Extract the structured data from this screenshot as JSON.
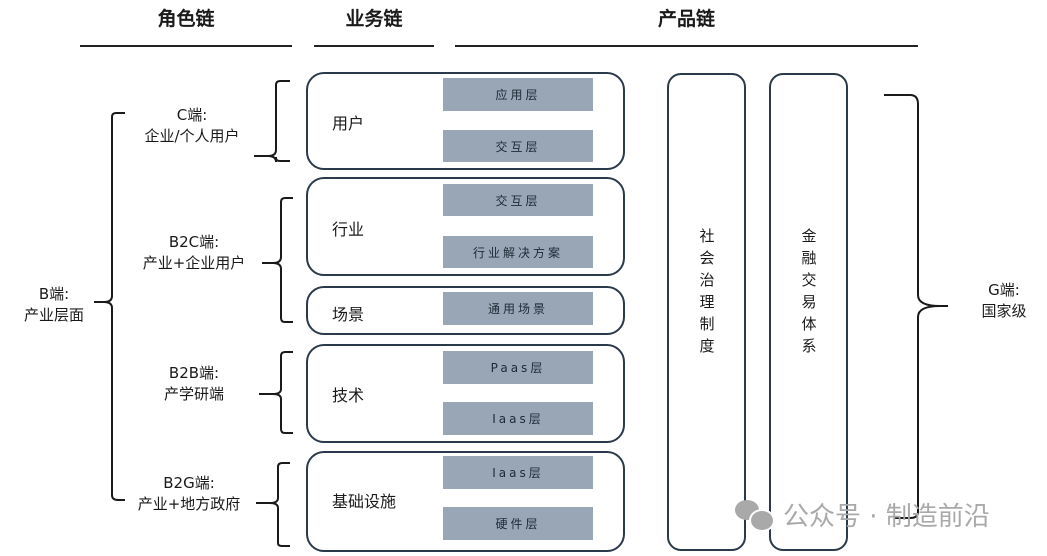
{
  "headers": {
    "role_chain": "角色链",
    "business_chain": "业务链",
    "product_chain": "产品链"
  },
  "roles": {
    "b_side": {
      "line1": "B端:",
      "line2": "产业层面"
    },
    "c_side": {
      "line1": "C端:",
      "line2": "企业/个人用户"
    },
    "b2c": {
      "line1": "B2C端:",
      "line2": "产业+企业用户"
    },
    "b2b": {
      "line1": "B2B端:",
      "line2": "产学研端"
    },
    "b2g": {
      "line1": "B2G端:",
      "line2": "产业+地方政府"
    },
    "g_side": {
      "line1": "G端:",
      "line2": "国家级"
    }
  },
  "business": [
    {
      "label": "用户",
      "layers": [
        "应用层",
        "交互层"
      ]
    },
    {
      "label": "行业",
      "layers": [
        "交互层",
        "行业解决方案"
      ]
    },
    {
      "label": "场景",
      "layers": [
        "通用场景"
      ]
    },
    {
      "label": "技术",
      "layers": [
        "Paas层",
        "Iaas层"
      ]
    },
    {
      "label": "基础设施",
      "layers": [
        "Iaas层",
        "硬件层"
      ]
    }
  ],
  "products": {
    "social_governance": "社会治理制度",
    "financial_trading": "金融交易体系"
  },
  "watermark": {
    "icon": "wechat-icon",
    "text": "公众号 · 制造前沿"
  },
  "colors": {
    "layer_fill": "#98a6b5",
    "box_border": "#2b3a4a",
    "watermark": "#a9a9a9"
  }
}
